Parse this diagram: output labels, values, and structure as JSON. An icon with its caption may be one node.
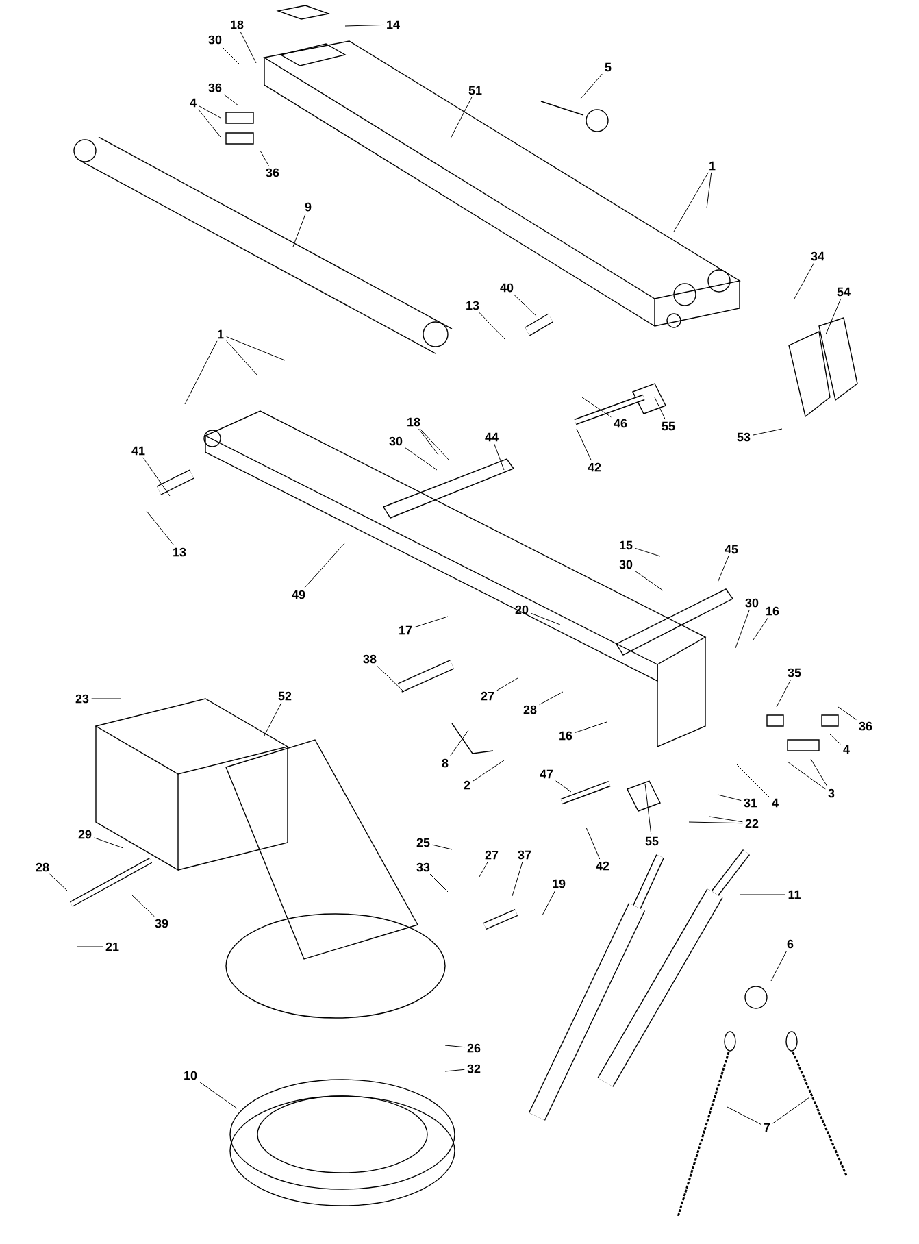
{
  "diagram": {
    "nodes": [
      {
        "text": [
          "18"
        ]
      },
      {
        "text": [
          "14"
        ]
      },
      {
        "text": [
          "30"
        ]
      },
      {
        "text": [
          "5"
        ]
      },
      {
        "text": [
          "36"
        ]
      },
      {
        "text": [
          "51"
        ]
      },
      {
        "text": [
          "4"
        ]
      },
      {
        "text": [
          "36"
        ]
      },
      {
        "text": [
          "1"
        ]
      },
      {
        "text": [
          "9"
        ]
      },
      {
        "text": [
          "34"
        ]
      },
      {
        "text": [
          "40"
        ]
      },
      {
        "text": [
          "54"
        ]
      },
      {
        "text": [
          "13"
        ]
      },
      {
        "text": [
          "1"
        ]
      },
      {
        "text": [
          "18"
        ]
      },
      {
        "text": [
          "46"
        ]
      },
      {
        "text": [
          "55"
        ]
      },
      {
        "text": [
          "53"
        ]
      },
      {
        "text": [
          "44"
        ]
      },
      {
        "text": [
          "30"
        ]
      },
      {
        "text": [
          "41"
        ]
      },
      {
        "text": [
          "42"
        ]
      },
      {
        "text": [
          "15"
        ]
      },
      {
        "text": [
          "45"
        ]
      },
      {
        "text": [
          "13"
        ]
      },
      {
        "text": [
          "30"
        ]
      },
      {
        "text": [
          "49"
        ]
      },
      {
        "text": [
          "30"
        ]
      },
      {
        "text": [
          "20"
        ]
      },
      {
        "text": [
          "16"
        ]
      },
      {
        "text": [
          "17"
        ]
      },
      {
        "text": [
          "38"
        ]
      },
      {
        "text": [
          "35"
        ]
      },
      {
        "text": [
          "27"
        ]
      },
      {
        "text": [
          "52"
        ]
      },
      {
        "text": [
          "23"
        ]
      },
      {
        "text": [
          "28"
        ]
      },
      {
        "text": [
          "36"
        ]
      },
      {
        "text": [
          "16"
        ]
      },
      {
        "text": [
          "4"
        ]
      },
      {
        "text": [
          "8"
        ]
      },
      {
        "text": [
          "47"
        ]
      },
      {
        "text": [
          "2"
        ]
      },
      {
        "text": [
          "3"
        ]
      },
      {
        "text": [
          "4"
        ]
      },
      {
        "text": [
          "31"
        ]
      },
      {
        "text": [
          "22"
        ]
      },
      {
        "text": [
          "29"
        ]
      },
      {
        "text": [
          "55"
        ]
      },
      {
        "text": [
          "25"
        ]
      },
      {
        "text": [
          "27"
        ]
      },
      {
        "text": [
          "37"
        ]
      },
      {
        "text": [
          "42"
        ]
      },
      {
        "text": [
          "28"
        ]
      },
      {
        "text": [
          "33"
        ]
      },
      {
        "text": [
          "19"
        ]
      },
      {
        "text": [
          "11"
        ]
      },
      {
        "text": [
          "39"
        ]
      },
      {
        "text": [
          "6"
        ]
      },
      {
        "text": [
          "21"
        ]
      },
      {
        "text": [
          "26"
        ]
      },
      {
        "text": [
          "32"
        ]
      },
      {
        "text": [
          "10"
        ]
      },
      {
        "text": [
          "7"
        ]
      }
    ],
    "edges": [
      {
        "from": 0,
        "to": null,
        "arrow": "none"
      },
      {
        "from": 1,
        "to": null,
        "arrow": "none"
      },
      {
        "from": 2,
        "to": null,
        "arrow": "none"
      },
      {
        "from": 3,
        "to": null,
        "arrow": "none"
      },
      {
        "from": 4,
        "to": null,
        "arrow": "none"
      },
      {
        "from": 5,
        "to": null,
        "arrow": "none"
      },
      {
        "from": 6,
        "to": null,
        "arrow": "none"
      },
      {
        "from": 6,
        "to": null,
        "arrow": "none"
      },
      {
        "from": 7,
        "to": null,
        "arrow": "none"
      },
      {
        "from": 8,
        "to": null,
        "arrow": "none"
      },
      {
        "from": 8,
        "to": null,
        "arrow": "none"
      },
      {
        "from": 9,
        "to": null,
        "arrow": "none"
      },
      {
        "from": 10,
        "to": null,
        "arrow": "none"
      },
      {
        "from": 11,
        "to": null,
        "arrow": "none"
      },
      {
        "from": 12,
        "to": null,
        "arrow": "none"
      },
      {
        "from": 13,
        "to": null,
        "arrow": "none"
      },
      {
        "from": 14,
        "to": null,
        "arrow": "none"
      },
      {
        "from": 14,
        "to": null,
        "arrow": "none"
      },
      {
        "from": 14,
        "to": null,
        "arrow": "none"
      },
      {
        "from": 15,
        "to": null,
        "arrow": "none"
      },
      {
        "from": 15,
        "to": null,
        "arrow": "none"
      },
      {
        "from": 16,
        "to": null,
        "arrow": "none"
      },
      {
        "from": 17,
        "to": null,
        "arrow": "none"
      },
      {
        "from": 18,
        "to": null,
        "arrow": "none"
      },
      {
        "from": 19,
        "to": null,
        "arrow": "none"
      },
      {
        "from": 20,
        "to": null,
        "arrow": "none"
      },
      {
        "from": 21,
        "to": null,
        "arrow": "none"
      },
      {
        "from": 22,
        "to": null,
        "arrow": "none"
      },
      {
        "from": 23,
        "to": null,
        "arrow": "none"
      },
      {
        "from": 24,
        "to": null,
        "arrow": "none"
      },
      {
        "from": 25,
        "to": null,
        "arrow": "none"
      },
      {
        "from": 26,
        "to": null,
        "arrow": "none"
      },
      {
        "from": 27,
        "to": null,
        "arrow": "none"
      },
      {
        "from": 28,
        "to": null,
        "arrow": "none"
      },
      {
        "from": 29,
        "to": null,
        "arrow": "none"
      },
      {
        "from": 30,
        "to": null,
        "arrow": "none"
      },
      {
        "from": 31,
        "to": null,
        "arrow": "none"
      },
      {
        "from": 32,
        "to": null,
        "arrow": "none"
      },
      {
        "from": 33,
        "to": null,
        "arrow": "none"
      },
      {
        "from": 34,
        "to": null,
        "arrow": "none"
      },
      {
        "from": 35,
        "to": null,
        "arrow": "none"
      },
      {
        "from": 36,
        "to": null,
        "arrow": "none"
      },
      {
        "from": 37,
        "to": null,
        "arrow": "none"
      },
      {
        "from": 38,
        "to": null,
        "arrow": "none"
      },
      {
        "from": 39,
        "to": null,
        "arrow": "none"
      },
      {
        "from": 40,
        "to": null,
        "arrow": "none"
      },
      {
        "from": 41,
        "to": null,
        "arrow": "none"
      },
      {
        "from": 42,
        "to": null,
        "arrow": "none"
      },
      {
        "from": 43,
        "to": null,
        "arrow": "none"
      },
      {
        "from": 44,
        "to": null,
        "arrow": "none"
      },
      {
        "from": 44,
        "to": null,
        "arrow": "none"
      },
      {
        "from": 45,
        "to": null,
        "arrow": "none"
      },
      {
        "from": 46,
        "to": null,
        "arrow": "none"
      },
      {
        "from": 47,
        "to": null,
        "arrow": "none"
      },
      {
        "from": 47,
        "to": null,
        "arrow": "none"
      },
      {
        "from": 48,
        "to": null,
        "arrow": "none"
      },
      {
        "from": 49,
        "to": null,
        "arrow": "none"
      },
      {
        "from": 50,
        "to": null,
        "arrow": "none"
      },
      {
        "from": 51,
        "to": null,
        "arrow": "none"
      },
      {
        "from": 52,
        "to": null,
        "arrow": "none"
      },
      {
        "from": 53,
        "to": null,
        "arrow": "none"
      },
      {
        "from": 54,
        "to": null,
        "arrow": "none"
      },
      {
        "from": 55,
        "to": null,
        "arrow": "none"
      },
      {
        "from": 56,
        "to": null,
        "arrow": "none"
      },
      {
        "from": 57,
        "to": null,
        "arrow": "none"
      },
      {
        "from": 58,
        "to": null,
        "arrow": "none"
      },
      {
        "from": 59,
        "to": null,
        "arrow": "none"
      },
      {
        "from": 60,
        "to": null,
        "arrow": "none"
      },
      {
        "from": 61,
        "to": null,
        "arrow": "none"
      },
      {
        "from": 62,
        "to": null,
        "arrow": "none"
      },
      {
        "from": 63,
        "to": null,
        "arrow": "none"
      },
      {
        "from": 64,
        "to": null,
        "arrow": "none"
      },
      {
        "from": 64,
        "to": null,
        "arrow": "none"
      }
    ]
  }
}
